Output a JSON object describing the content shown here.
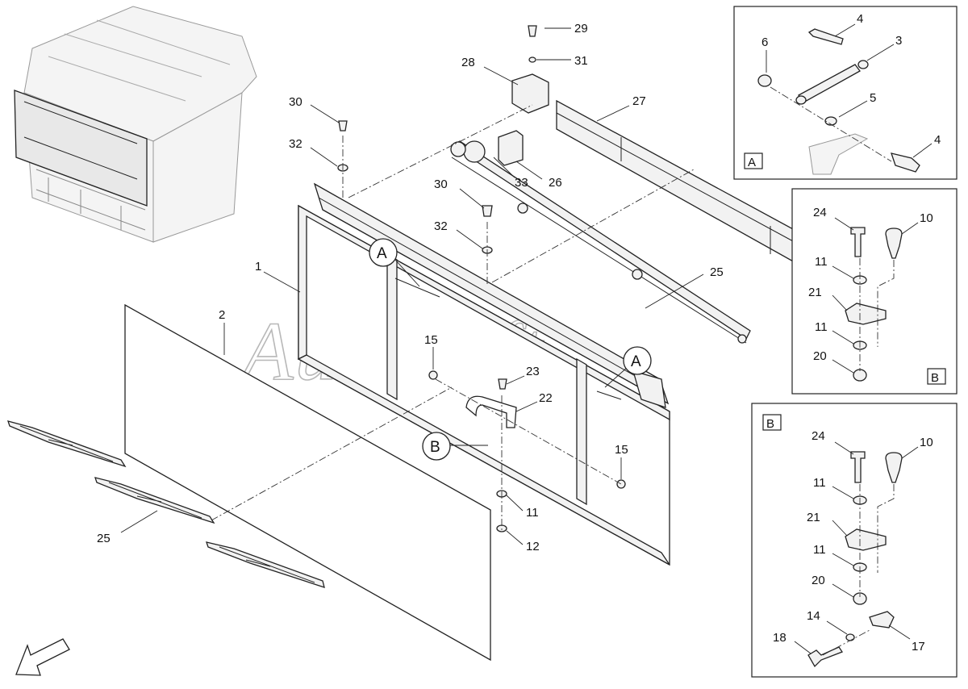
{
  "watermark": "AutoSoft",
  "callout_a": "A",
  "callout_b": "B",
  "inset_a": {
    "tag": "A",
    "labels": [
      "4",
      "6",
      "3",
      "5",
      "4"
    ]
  },
  "inset_b_top": {
    "tag": "B",
    "labels": [
      "24",
      "10",
      "11",
      "21",
      "11",
      "20"
    ]
  },
  "inset_b_bottom": {
    "tag": "B",
    "labels": [
      "24",
      "10",
      "11",
      "21",
      "11",
      "20",
      "14",
      "18",
      "17"
    ]
  },
  "main_labels": {
    "l1": "1",
    "l2": "2",
    "l25a": "25",
    "l25b": "25",
    "l26": "26",
    "l27": "27",
    "l28": "28",
    "l29": "29",
    "l30a": "30",
    "l30b": "30",
    "l31": "31",
    "l32a": "32",
    "l32b": "32",
    "l33": "33",
    "l15a": "15",
    "l15b": "15",
    "l23": "23",
    "l22": "22",
    "l11": "11",
    "l12": "12"
  }
}
